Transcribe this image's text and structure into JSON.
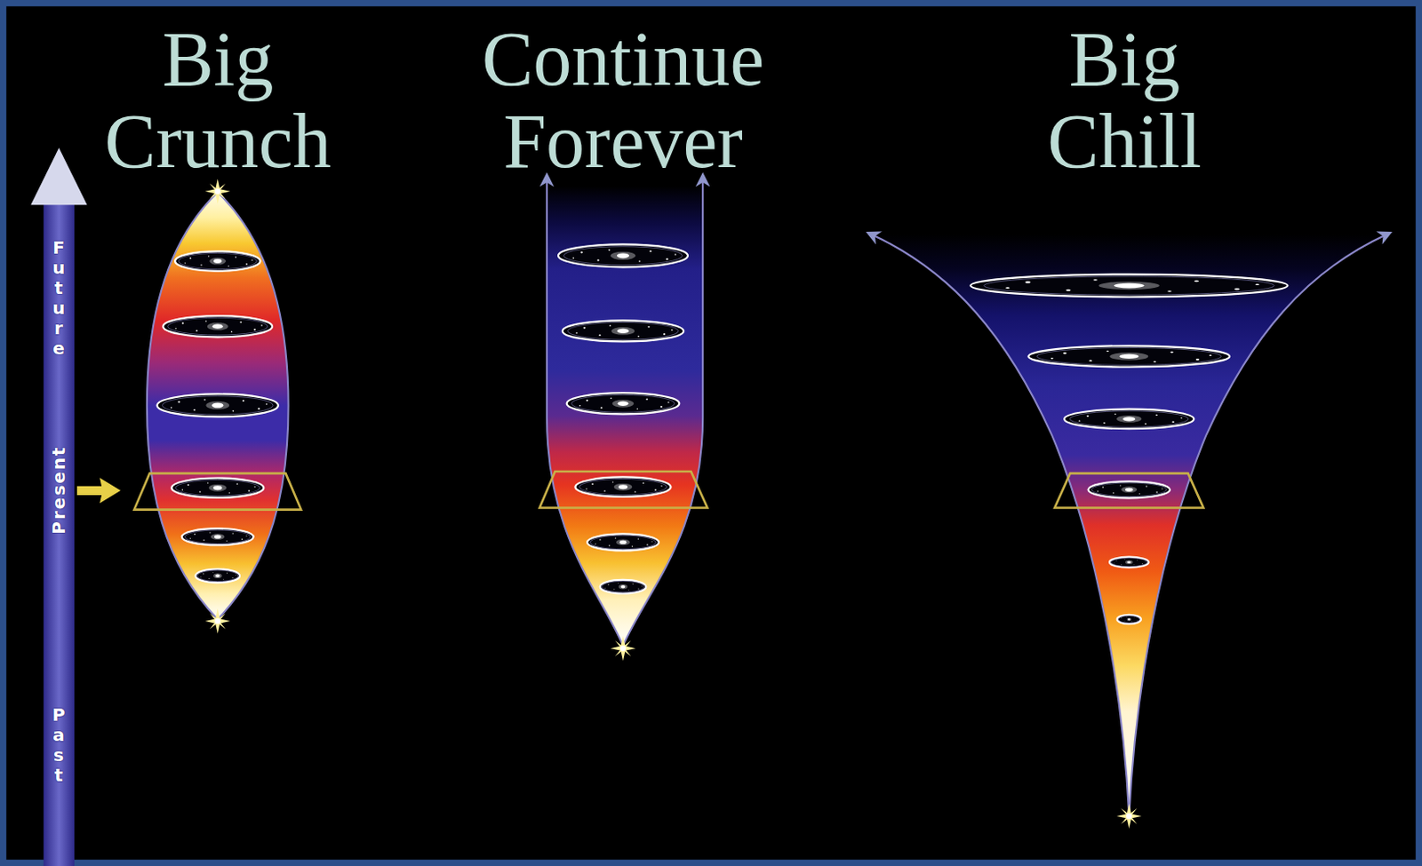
{
  "diagram": {
    "labels": [
      "Big Crunch",
      "Continue Forever",
      "Big Chill",
      "Future",
      "Present",
      "Past"
    ]
  }
}
